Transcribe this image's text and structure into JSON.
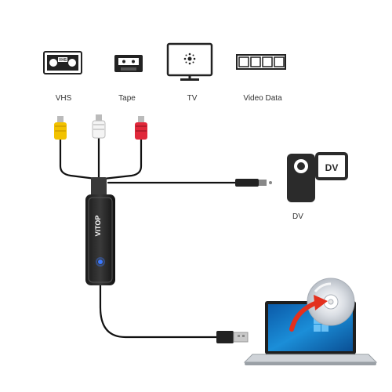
{
  "media_icons": [
    {
      "label": "VHS",
      "icon": "vhs-cassette-icon",
      "badge": "VHS"
    },
    {
      "label": "Tape",
      "icon": "audio-tape-icon"
    },
    {
      "label": "TV",
      "icon": "tv-monitor-icon"
    },
    {
      "label": "Video Data",
      "icon": "film-strip-icon"
    }
  ],
  "camcorder": {
    "label": "DV",
    "badge": "DV",
    "icon": "camcorder-icon"
  },
  "adapter": {
    "brand": "ViTOP",
    "icon": "usb-capture-adapter-icon"
  },
  "laptop": {
    "icon": "laptop-icon",
    "disc_icon": "cd-disc-icon",
    "arrow_icon": "curved-arrow-icon"
  },
  "connectors": {
    "rca_colors": [
      "#f2c200",
      "#f4f4f4",
      "#e0283a"
    ],
    "usb_icon": "usb-plug-icon",
    "svideo_icon": "s-video-plug-icon"
  },
  "colors": {
    "arrow": "#e3301e",
    "led": "#3a78ff"
  }
}
